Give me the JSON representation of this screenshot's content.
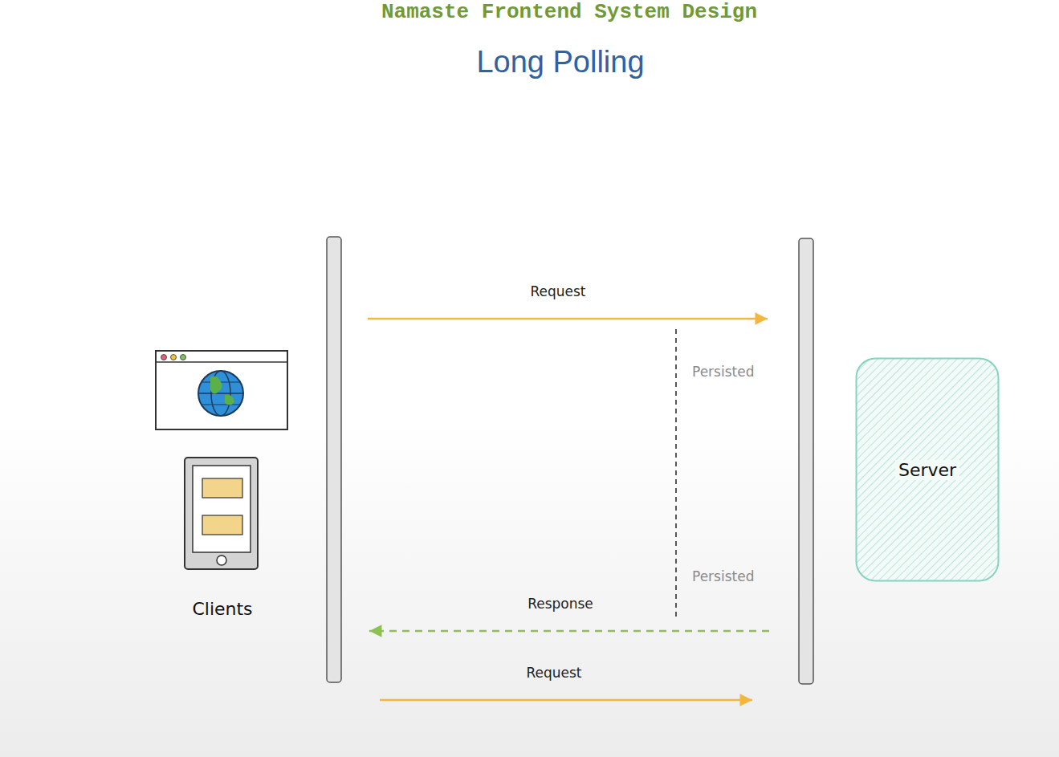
{
  "diagram": {
    "title": "Long Polling",
    "nodes": [
      {
        "text": [
          "Clients"
        ]
      },
      {
        "text": [
          "Server"
        ]
      }
    ],
    "edges": [
      {
        "from": 0,
        "to": 1,
        "label": "Request",
        "arrow": "to"
      },
      {
        "from": 1,
        "to": 0,
        "label": "Response",
        "arrow": "to"
      },
      {
        "from": 0,
        "to": 1,
        "label": "Request",
        "arrow": "to"
      }
    ],
    "labels": [
      "Namaste Frontend System Design",
      "Persisted",
      "Persisted"
    ]
  }
}
